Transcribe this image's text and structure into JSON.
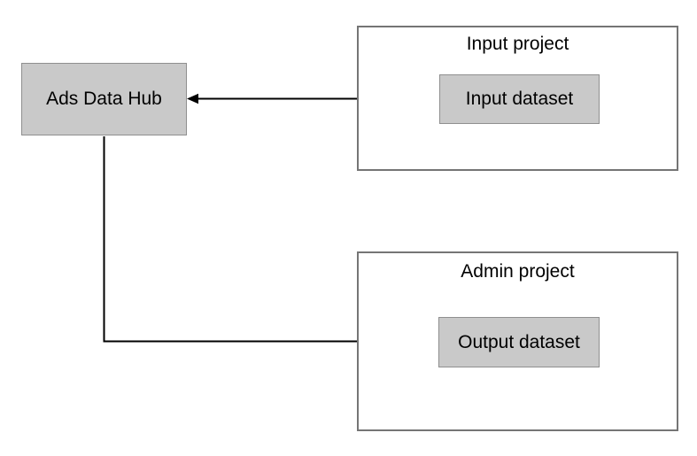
{
  "diagram": {
    "nodes": {
      "ads_data_hub": {
        "label": "Ads Data Hub"
      },
      "input_project": {
        "label": "Input project"
      },
      "input_dataset": {
        "label": "Input dataset"
      },
      "admin_project": {
        "label": "Admin project"
      },
      "output_dataset": {
        "label": "Output dataset"
      }
    },
    "edges": [
      {
        "from": "input_dataset",
        "to": "ads_data_hub",
        "style": "straight-arrow"
      },
      {
        "from": "ads_data_hub",
        "to": "output_dataset",
        "style": "elbow-arrow"
      }
    ],
    "colors": {
      "background": "#ffffff",
      "node_fill": "#c9c9c9",
      "node_border": "#8f8f8f",
      "container_border": "#757575",
      "arrow": "#000000",
      "text": "#000000"
    }
  }
}
